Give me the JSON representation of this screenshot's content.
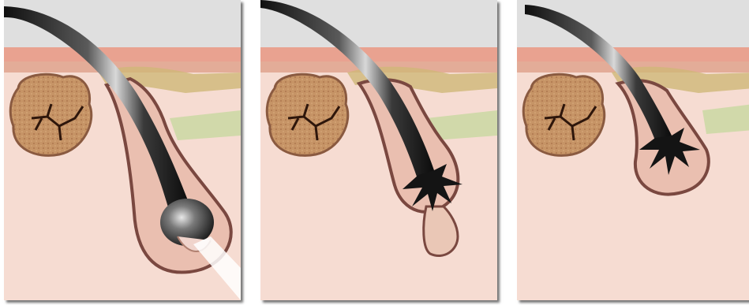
{
  "figure": {
    "panels": [
      {
        "stage": 1,
        "hair_shape": "club",
        "detached": false
      },
      {
        "stage": 2,
        "hair_shape": "branched-root",
        "detached": true
      },
      {
        "stage": 3,
        "hair_shape": "branched-root",
        "detached": false
      }
    ],
    "colors": {
      "air": "#dfdfdf",
      "epidermis": "#e9a290",
      "skin_band": "#e8a8a0",
      "fat_band": "#d0b878",
      "dermis": "#f6dcd2",
      "gland": "#c49262",
      "gland_duct": "#3a1d0e",
      "hair_dark": "#1b1b1b",
      "hair_highlight": "#c8c8c8",
      "follicle_edge": "#7a4840",
      "green_band": "#c8d8a0"
    }
  }
}
